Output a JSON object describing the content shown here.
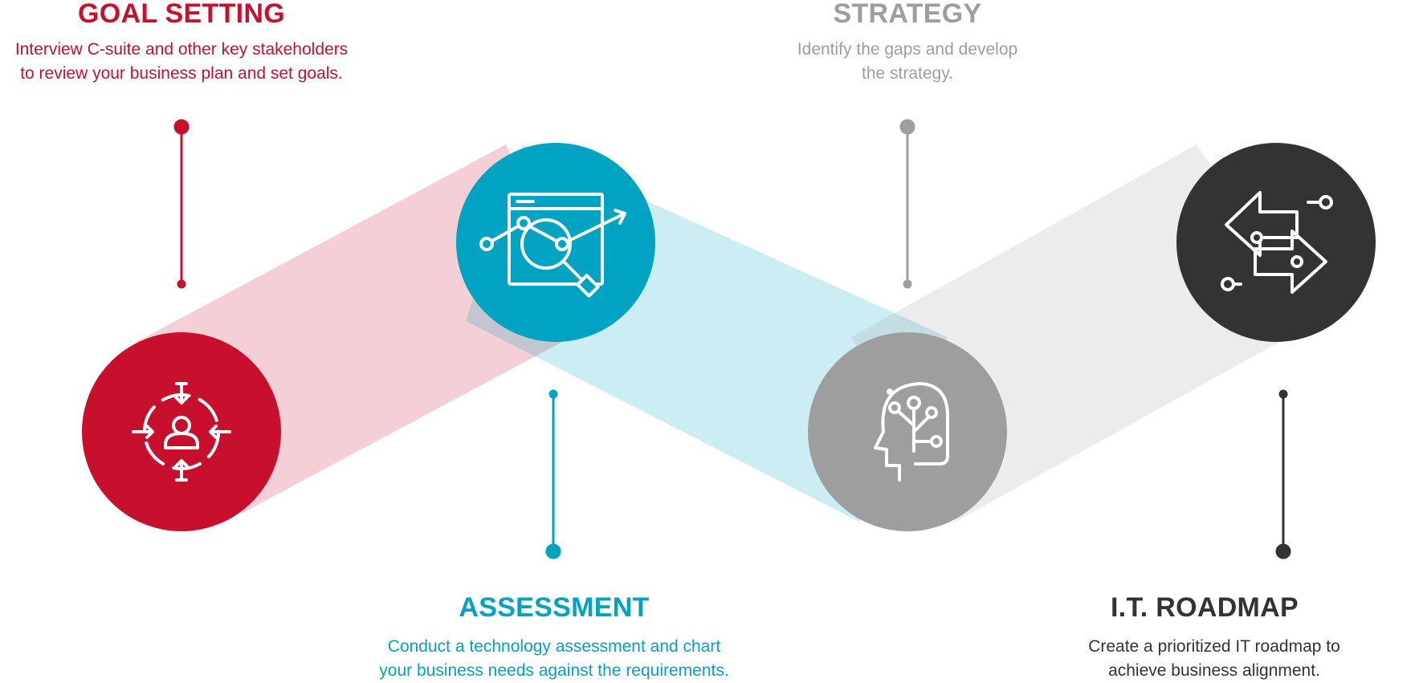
{
  "colors": {
    "goal": "#c8102e",
    "assessment": "#00a3c1",
    "strategy": "#9e9e9e",
    "roadmap": "#333333",
    "icon": "#ffffff"
  },
  "steps": [
    {
      "id": "goal-setting",
      "title": "GOAL SETTING",
      "desc": [
        "Interview C-suite and other key stakeholders",
        "to review your business plan and set goals."
      ],
      "color": "#c8102e",
      "icon": "target-person-icon"
    },
    {
      "id": "assessment",
      "title": "ASSESSMENT",
      "desc": [
        "Conduct a technology assessment and chart",
        "your business needs against the requirements."
      ],
      "color": "#00a3c1",
      "icon": "chart-analysis-icon"
    },
    {
      "id": "strategy",
      "title": "STRATEGY",
      "desc": [
        "Identify the gaps and develop",
        "the strategy."
      ],
      "color": "#9e9e9e",
      "icon": "head-circuit-icon"
    },
    {
      "id": "it-roadmap",
      "title": "I.T. ROADMAP",
      "desc": [
        "Create a prioritized IT roadmap to",
        "achieve business alignment."
      ],
      "color": "#333333",
      "icon": "exchange-arrows-icon"
    }
  ]
}
